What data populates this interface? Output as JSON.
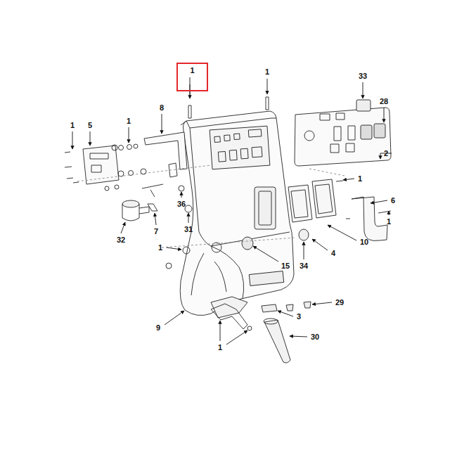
{
  "diagram": {
    "nodes": [
      {
        "text": [
          "1"
        ]
      }
    ],
    "labels": [
      "1",
      "33",
      "28",
      "8",
      "1",
      "5",
      "1",
      "2",
      "1",
      "6",
      "36",
      "1",
      "31",
      "7",
      "32",
      "10",
      "1",
      "4",
      "15",
      "34",
      "29",
      "3",
      "9",
      "30",
      "1"
    ]
  }
}
